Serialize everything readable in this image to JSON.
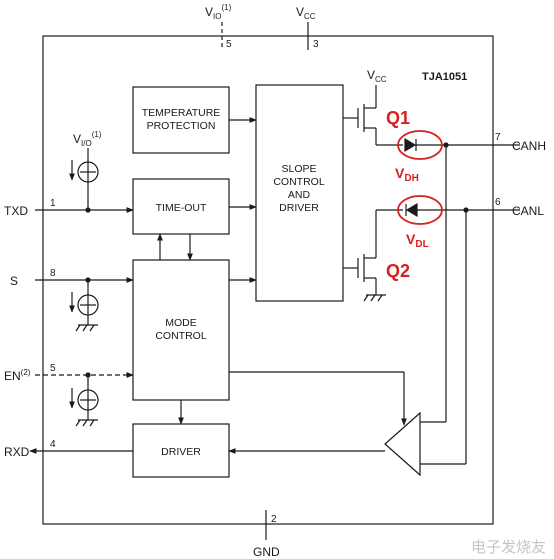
{
  "chip": {
    "name": "TJA1051"
  },
  "blocks": {
    "temperature_protection": [
      "TEMPERATURE",
      "PROTECTION"
    ],
    "time_out": [
      "TIME-OUT"
    ],
    "slope_control": [
      "SLOPE",
      "CONTROL",
      "AND",
      "DRIVER"
    ],
    "mode_control": [
      "MODE",
      "CONTROL"
    ],
    "driver": [
      "DRIVER"
    ]
  },
  "pins": {
    "txd": {
      "label": "TXD",
      "number": "1"
    },
    "s": {
      "label": "S",
      "number": "8"
    },
    "en": {
      "label": "EN",
      "sup": "(2)",
      "number": "5"
    },
    "rxd": {
      "label": "RXD",
      "number": "4"
    },
    "canh": {
      "label": "CANH",
      "number": "7"
    },
    "canl": {
      "label": "CANL",
      "number": "6"
    },
    "gnd": {
      "label": "GND",
      "number": "2"
    },
    "vio_top": {
      "label": "V",
      "sub": "IO",
      "sup": "(1)",
      "number": "5"
    },
    "vcc_top": {
      "label": "V",
      "sub": "CC",
      "number": "3"
    }
  },
  "supplies": {
    "vio_internal": {
      "label": "V",
      "sub": "I/O",
      "sup": "(1)"
    },
    "vcc_internal": {
      "label": "V",
      "sub": "CC"
    }
  },
  "annotations": {
    "q1": "Q1",
    "q2": "Q2",
    "vdh": {
      "label": "V",
      "sub": "DH"
    },
    "vdl": {
      "label": "V",
      "sub": "DL"
    },
    "accent": "#d81e1e"
  },
  "watermark": "电子发烧友"
}
